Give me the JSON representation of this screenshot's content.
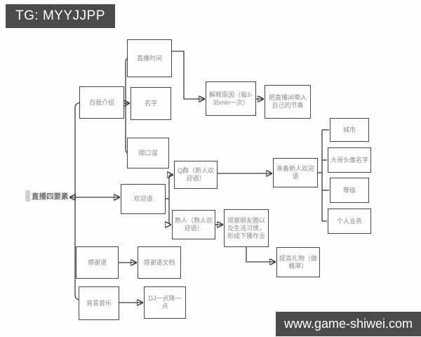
{
  "watermarks": {
    "top_left": "TG: MYYJJPP",
    "bottom_right": "www.game-shiwei.com"
  },
  "diagram": {
    "root": "直播四要素",
    "nodes": {
      "self_intro": "自我介绍",
      "live_time": "直播时间",
      "name": "名字",
      "rhyme": "顺口溜",
      "explain_reason": "解释原因（每3-35min一次）",
      "own_rhythm": "把直播间带入自己的节奏",
      "welcome": "欢迎语",
      "q_group_new": "Q群（新人欢迎语）",
      "prepare_newcomer": "准备新人欢迎语",
      "city": "城市",
      "big_bro_avatar_name": "大哥头像名字",
      "level": "等级",
      "personal_business": "个人业务",
      "regular_guest": "熟人（熟人欢迎语）",
      "observe_moments": "观察朋友圈以及生活习惯，形成下播作业",
      "raise_gift": "提高礼物（做概率）",
      "thanks": "感谢语",
      "thanks_doc": "感谢语文档",
      "bgm": "背景音乐",
      "dj": "DJ一点降一点"
    },
    "colors": {
      "banner_bg": "#4b4b4b",
      "banner_text": "#ffffff",
      "line": "#3b3b3b",
      "node_text": "#8d8d8d"
    }
  }
}
